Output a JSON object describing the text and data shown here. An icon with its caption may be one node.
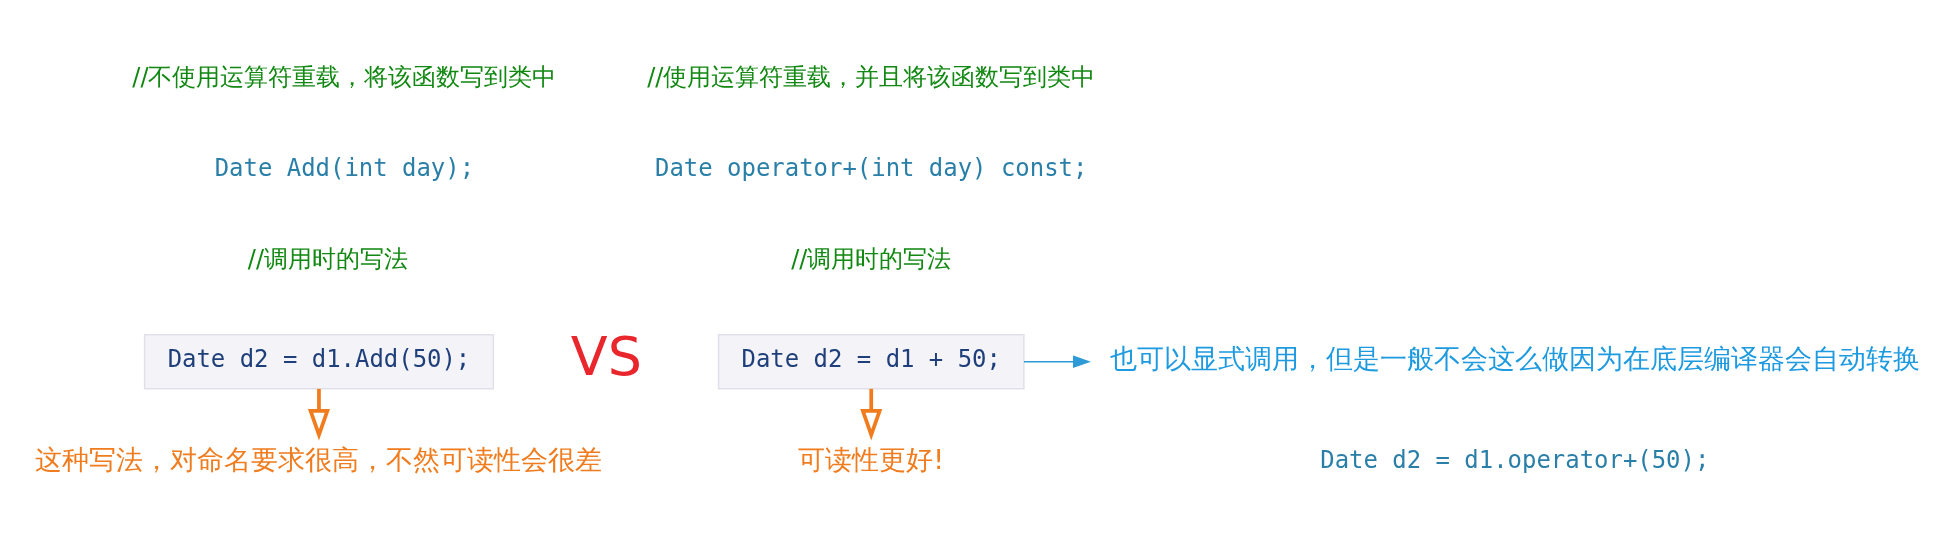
{
  "diagram": {
    "nodes": [
      {
        "text": [
          "Date d2 = d1.Add(50);"
        ]
      },
      {
        "text": [
          "这种写法，对命名要求很高，不然可读性会很差"
        ]
      },
      {
        "text": [
          "Date d2 = d1 + 50;"
        ]
      },
      {
        "text": [
          "可读性更好!"
        ]
      },
      {
        "text": [
          "也可以显式调用，但是一般不会这么做因为在底层编译器会自动转换"
        ]
      }
    ],
    "edges": [
      {
        "from": 0,
        "to": 1,
        "arrow": "to"
      },
      {
        "from": 2,
        "to": 3,
        "arrow": "to"
      },
      {
        "from": 2,
        "to": 4,
        "arrow": "to",
        "color": "#2e9ad6"
      }
    ],
    "labels": [
      "//不使用运算符重载，将该函数写到类中",
      "Date Add(int day);",
      "//调用时的写法",
      "VS",
      "//使用运算符重载，并且将该函数写到类中",
      "Date operator+(int day) const;",
      "//调用时的写法",
      "Date d2 = d1.operator+(50);"
    ]
  }
}
